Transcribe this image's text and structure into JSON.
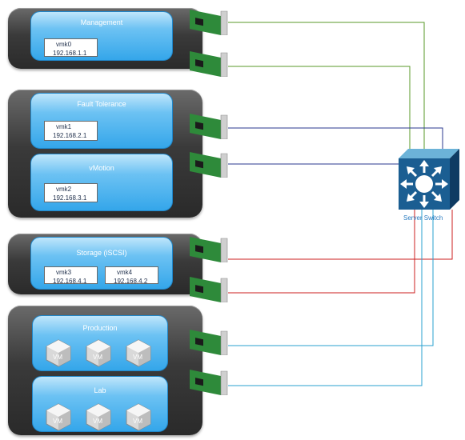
{
  "hosts": {
    "management": {
      "portgroup": "Management",
      "vmk": {
        "name": "vmk0",
        "ip": "192.168.1.1"
      }
    },
    "ft_vmotion": {
      "ft": {
        "portgroup": "Fault Tolerance",
        "vmk": {
          "name": "vmk1",
          "ip": "192.168.2.1"
        }
      },
      "vmotion": {
        "portgroup": "vMotion",
        "vmk": {
          "name": "vmk2",
          "ip": "192.168.3.1"
        }
      }
    },
    "storage": {
      "portgroup": "Storage (iSCSI)",
      "vmks": [
        {
          "name": "vmk3",
          "ip": "192.168.4.1"
        },
        {
          "name": "vmk4",
          "ip": "192.168.4.2"
        }
      ]
    },
    "vm_networks": {
      "production": {
        "portgroup": "Production",
        "vm_label": "VM"
      },
      "lab": {
        "portgroup": "Lab",
        "vm_label": "VM"
      }
    }
  },
  "switch": {
    "label": "Server Switch",
    "icon": "network-switch-icon"
  },
  "colors": {
    "management": "#5a9a2a",
    "ft_vmotion": "#2b3a8f",
    "storage": "#cc1f1f",
    "vm": "#2aa0cf"
  }
}
